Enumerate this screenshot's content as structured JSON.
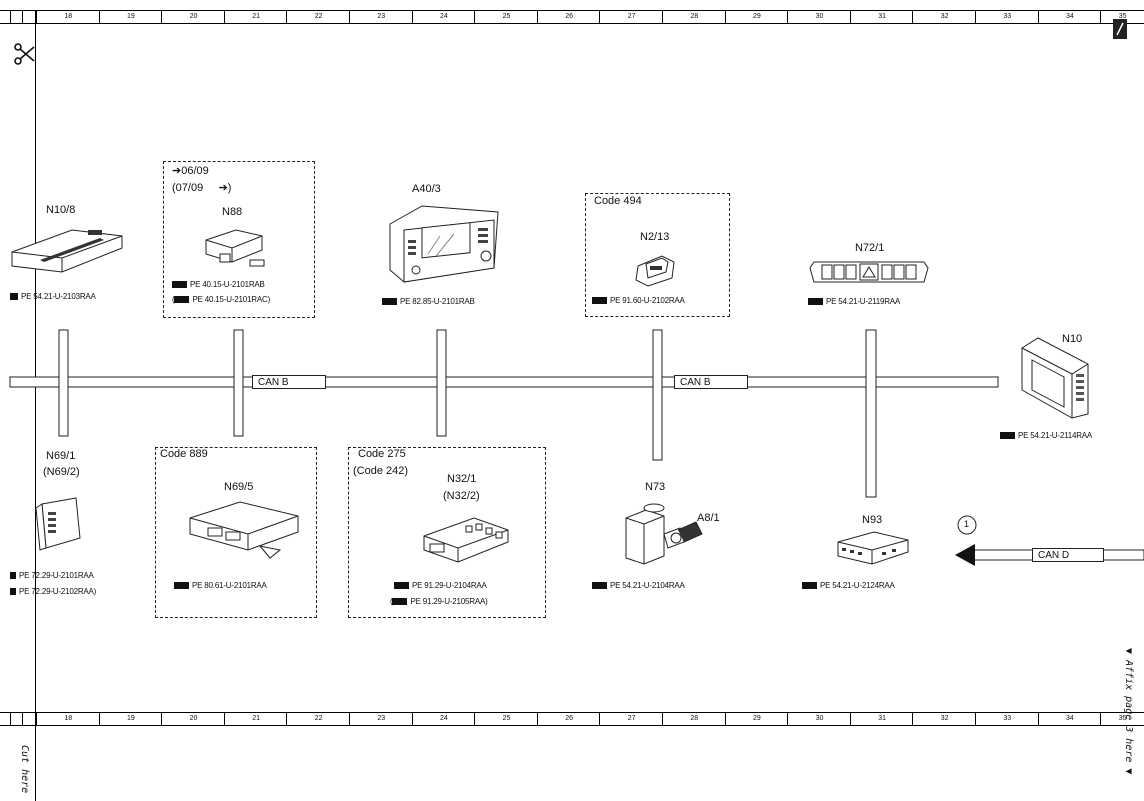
{
  "ruler": {
    "columns": [
      "18",
      "19",
      "20",
      "21",
      "22",
      "23",
      "24",
      "25",
      "26",
      "27",
      "28",
      "29",
      "30",
      "31",
      "32",
      "33",
      "34",
      "35"
    ]
  },
  "bus": {
    "can_b_1": "CAN B",
    "can_b_2": "CAN B",
    "can_d": "CAN D",
    "marker": "1"
  },
  "components": {
    "n10_8": {
      "label": "N10/8",
      "ref": "PE 54.21-U-2103RAA"
    },
    "n88": {
      "date1": "06/09",
      "date2": "(07/09",
      "date2_end": ")",
      "label": "N88",
      "ref1": "PE 40.15-U-2101RAB",
      "ref2": "PE 40.15-U-2101RAC)",
      "ref2_open": "("
    },
    "a40_3": {
      "label": "A40/3",
      "ref": "PE 82.85-U-2101RAB"
    },
    "n2_13": {
      "code": "Code 494",
      "label": "N2/13",
      "ref": "PE 91.60-U-2102RAA"
    },
    "n72_1": {
      "label": "N72/1",
      "ref": "PE 54.21-U-2119RAA"
    },
    "n10": {
      "label": "N10",
      "ref": "PE 54.21-U-2114RAA"
    },
    "n69_1": {
      "label1": "N69/1",
      "label2": "(N69/2)",
      "ref1": "PE 72.29-U-2101RAA",
      "ref2": "PE 72.29-U-2102RAA)"
    },
    "n69_5": {
      "code": "Code 889",
      "label": "N69/5",
      "ref": "PE 80.61-U-2101RAA"
    },
    "n32_1": {
      "code1": "Code 275",
      "code2": "(Code 242)",
      "label1": "N32/1",
      "label2": "(N32/2)",
      "ref1": "PE 91.29-U-2104RAA",
      "ref2": "PE 91.29-U-2105RAA)",
      "ref2_open": "("
    },
    "n73": {
      "label": "N73",
      "sub": "A8/1",
      "ref": "PE 54.21-U-2104RAA"
    },
    "n93": {
      "label": "N93",
      "ref": "PE 54.21-U-2124RAA"
    }
  },
  "side_text": {
    "cut": "Cut here",
    "affix": "▼ Affix page 3 here ▼"
  },
  "icons": [
    "scissors-icon",
    "corner-tab-icon",
    "reference-icon"
  ]
}
